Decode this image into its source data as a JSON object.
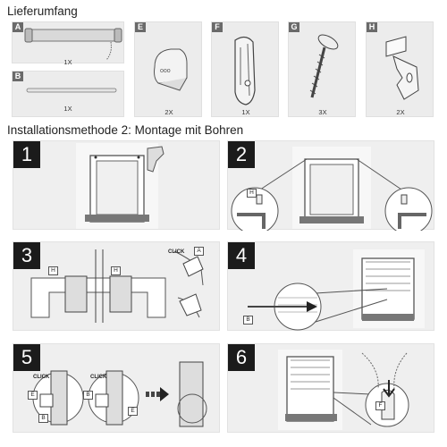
{
  "header": {
    "title": "Lieferumfang"
  },
  "parts": [
    {
      "letter": "A",
      "qty": "1X",
      "icon": "roller-blind-icon"
    },
    {
      "letter": "B",
      "qty": "1X",
      "icon": "rod-icon"
    },
    {
      "letter": "E",
      "qty": "2X",
      "icon": "end-cap-icon"
    },
    {
      "letter": "F",
      "qty": "1X",
      "icon": "chain-holder-icon"
    },
    {
      "letter": "G",
      "qty": "3X",
      "icon": "screw-icon"
    },
    {
      "letter": "H",
      "qty": "2X",
      "icon": "bracket-icon"
    }
  ],
  "method": {
    "title": "Installationsmethode 2:  Montage mit Bohren"
  },
  "steps": [
    {
      "num": "1"
    },
    {
      "num": "2",
      "tag": "H"
    },
    {
      "num": "3",
      "tag": "H",
      "tag_a": "A",
      "click": "CLICK"
    },
    {
      "num": "4",
      "tag": "B"
    },
    {
      "num": "5",
      "tag_e": "E",
      "tag_b": "B",
      "click": "CLICK"
    },
    {
      "num": "6",
      "tag": "F"
    }
  ],
  "colors": {
    "panel": "#efefef",
    "badge": "#1b1b1b",
    "line": "#555555"
  }
}
